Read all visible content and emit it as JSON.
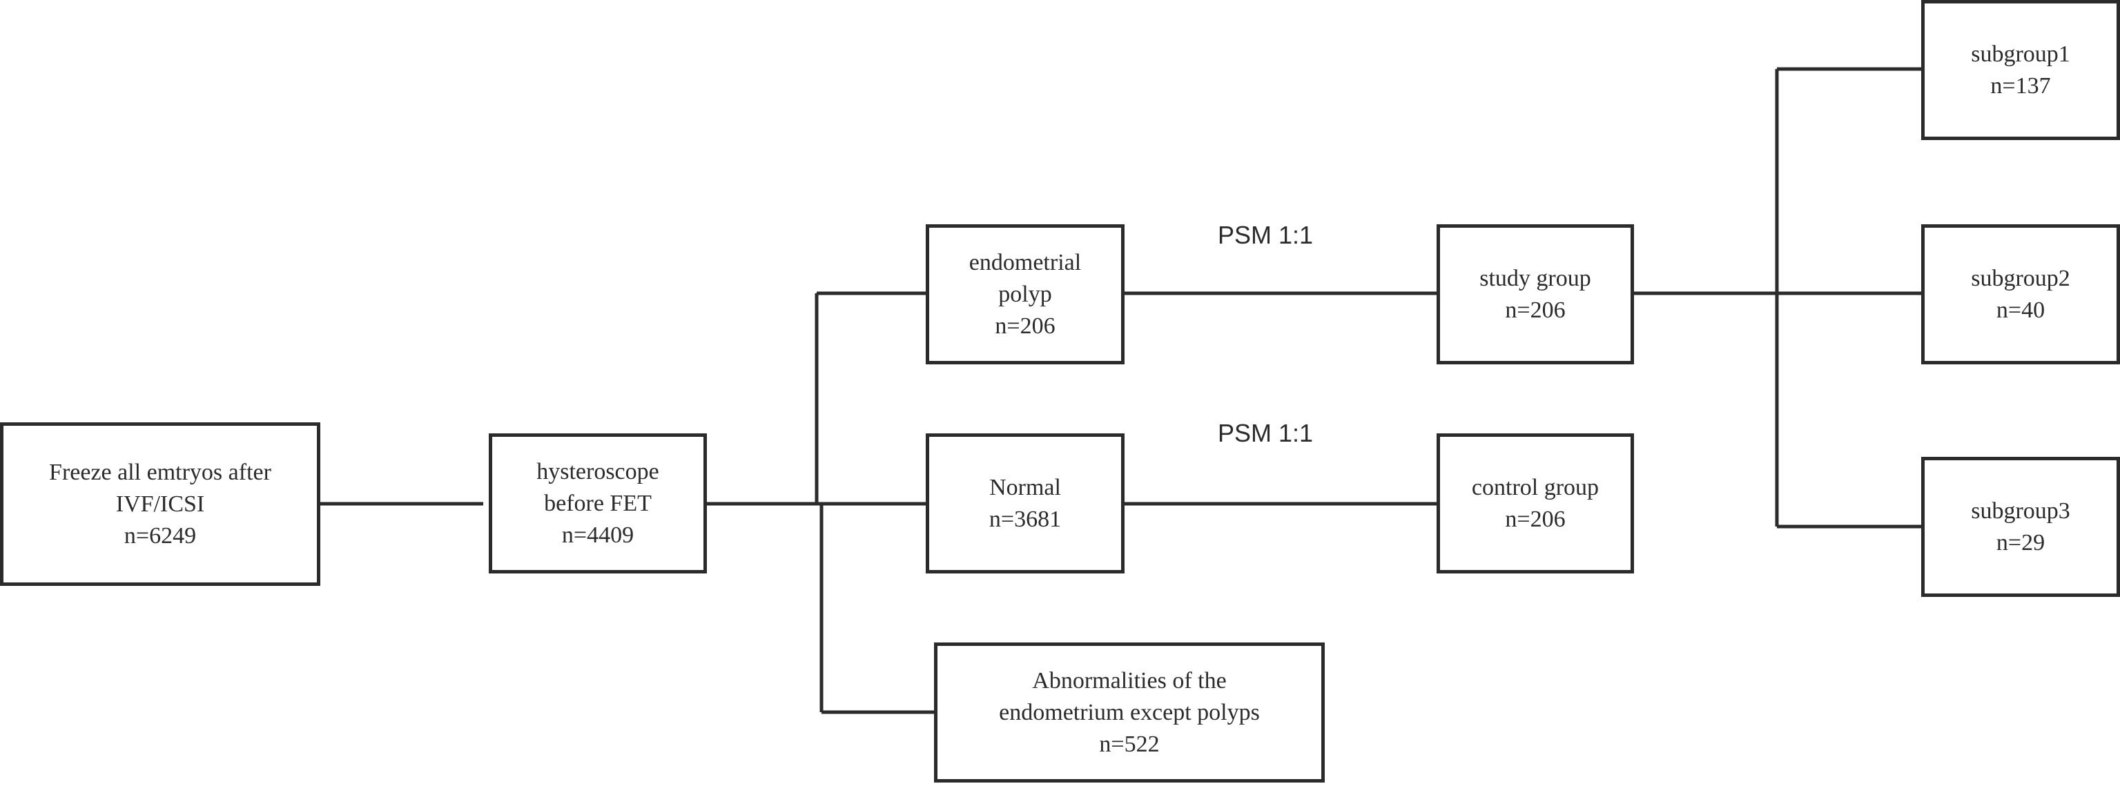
{
  "diagram": {
    "nodes": {
      "freeze": {
        "lines": [
          "Freeze all emtryos after",
          "IVF/ICSI",
          "n=6249"
        ]
      },
      "hysteroscope": {
        "lines": [
          "hysteroscope",
          "before FET",
          "n=4409"
        ]
      },
      "polyp": {
        "lines": [
          "endometrial",
          "polyp",
          "n=206"
        ]
      },
      "normal": {
        "lines": [
          "Normal",
          "n=3681"
        ]
      },
      "abnormal": {
        "lines": [
          "Abnormalities of the",
          "endometrium except polyps",
          "n=522"
        ]
      },
      "study": {
        "lines": [
          "study group",
          "n=206"
        ]
      },
      "control": {
        "lines": [
          "control group",
          "n=206"
        ]
      },
      "sub1": {
        "lines": [
          "subgroup1",
          "n=137"
        ]
      },
      "sub2": {
        "lines": [
          "subgroup2",
          "n=40"
        ]
      },
      "sub3": {
        "lines": [
          "subgroup3",
          "n=29"
        ]
      }
    },
    "edge_labels": {
      "psm_polyp": "PSM 1:1",
      "psm_normal": "PSM 1:1"
    },
    "colors": {
      "line": "#2b2b2b",
      "background": "#ffffff"
    }
  }
}
